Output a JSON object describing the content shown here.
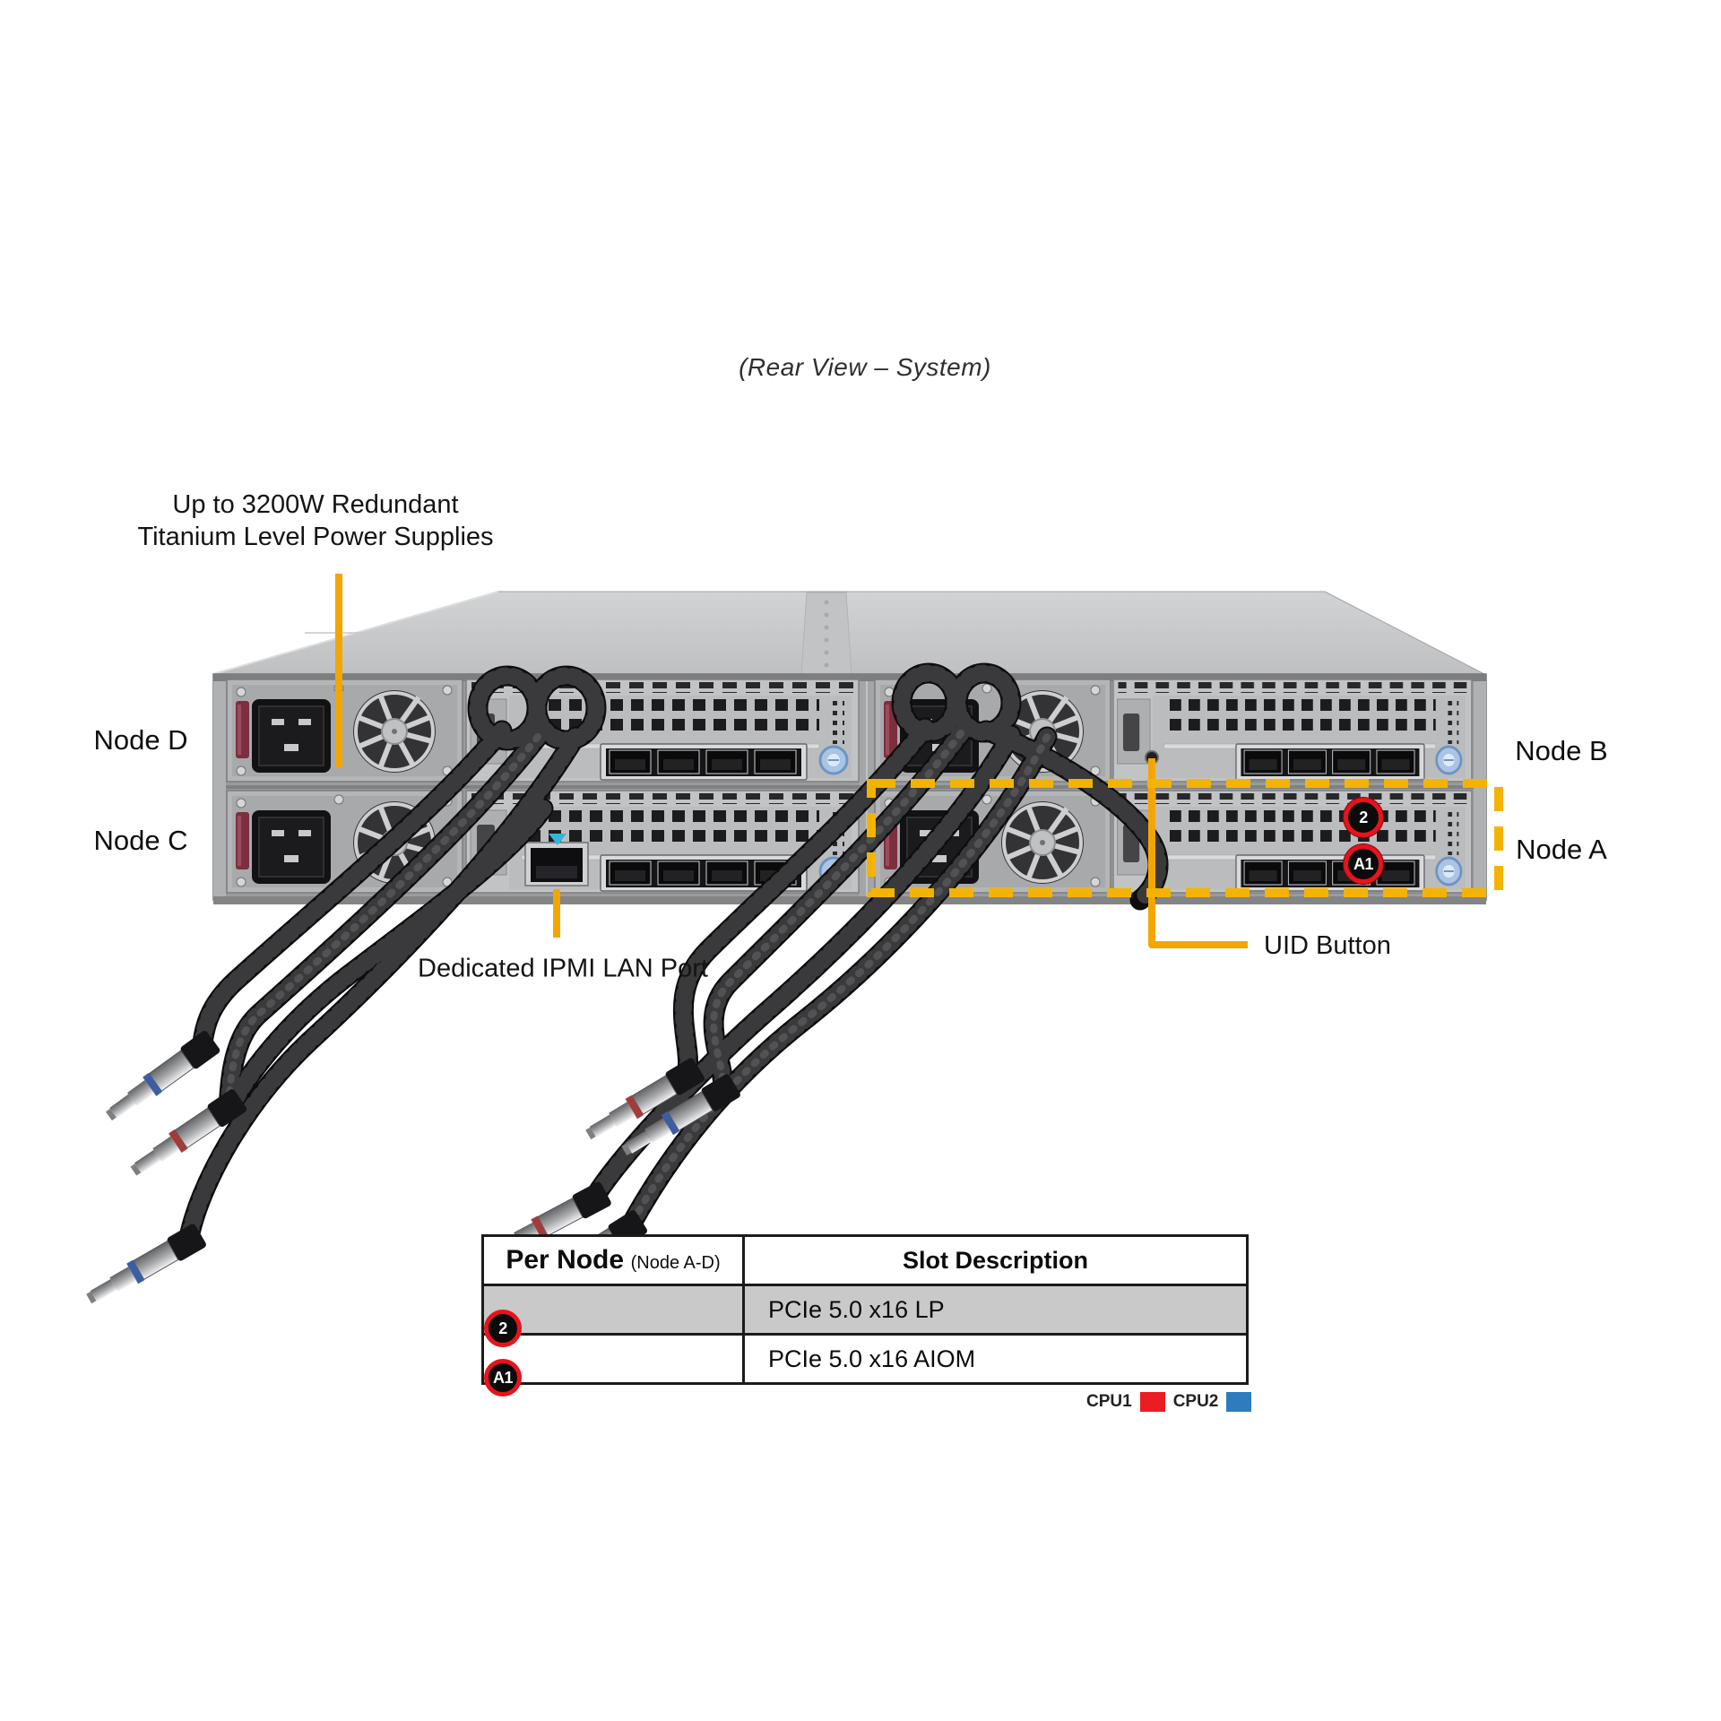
{
  "title": "(Rear View – System)",
  "annotations": {
    "psu_line1": "Up to 3200W Redundant",
    "psu_line2": "Titanium Level Power Supplies",
    "ipmi": "Dedicated IPMI LAN Port",
    "uid": "UID Button"
  },
  "node_labels": {
    "top_left": "Node D",
    "bottom_left": "Node C",
    "top_right": "Node B",
    "bottom_right": "Node A"
  },
  "chassis_badges": {
    "slot2": "2",
    "slotA1": "A1"
  },
  "table": {
    "header": {
      "col1_main": "Per Node",
      "col1_sub": "(Node A-D)",
      "col2": "Slot Description"
    },
    "rows": [
      {
        "badge": "2",
        "description": "PCIe 5.0 x16 LP"
      },
      {
        "badge": "A1",
        "description": "PCIe 5.0 x16 AIOM"
      }
    ]
  },
  "legend": [
    {
      "label": "CPU1",
      "color": "#EB1C24"
    },
    {
      "label": "CPU2",
      "color": "#2E7CBE"
    }
  ],
  "colors": {
    "callout_line": "#F3A602",
    "highlight_box": "#F5B301",
    "badge_ring": "#E8131B",
    "table_alt_row": "#C9C9C9"
  }
}
